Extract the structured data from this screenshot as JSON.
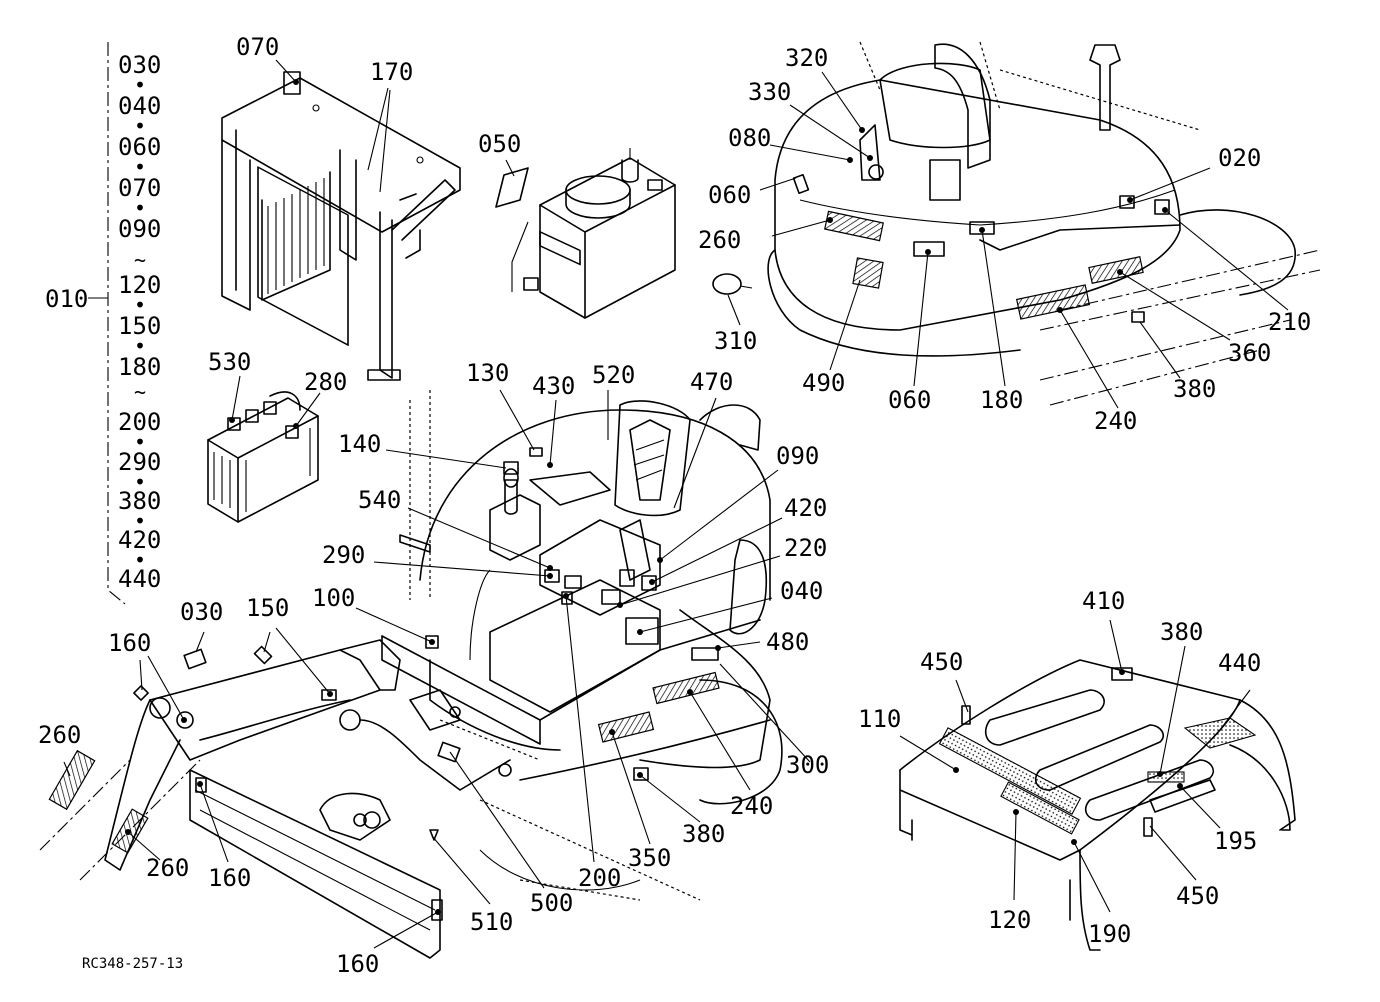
{
  "drawing_ref": "RC348-257-13",
  "assembly": {
    "label": "010",
    "members": [
      "030",
      "040",
      "060",
      "070",
      "090",
      "120",
      "150",
      "180",
      "200",
      "290",
      "380",
      "420",
      "440"
    ],
    "separators": [
      "•",
      "•",
      "•",
      "•",
      "~",
      "•",
      "•",
      "~",
      "•",
      "•",
      "•",
      "•"
    ]
  },
  "callouts": [
    "070",
    "170",
    "050",
    "320",
    "330",
    "080",
    "060",
    "020",
    "260",
    "210",
    "310",
    "360",
    "490",
    "060",
    "180",
    "380",
    "240",
    "530",
    "280",
    "130",
    "430",
    "520",
    "470",
    "140",
    "090",
    "540",
    "420",
    "220",
    "290",
    "040",
    "100",
    "480",
    "030",
    "150",
    "160",
    "260",
    "300",
    "240",
    "380",
    "260",
    "160",
    "510",
    "500",
    "200",
    "350",
    "160",
    "410",
    "450",
    "380",
    "440",
    "110",
    "195",
    "450",
    "120",
    "190"
  ]
}
